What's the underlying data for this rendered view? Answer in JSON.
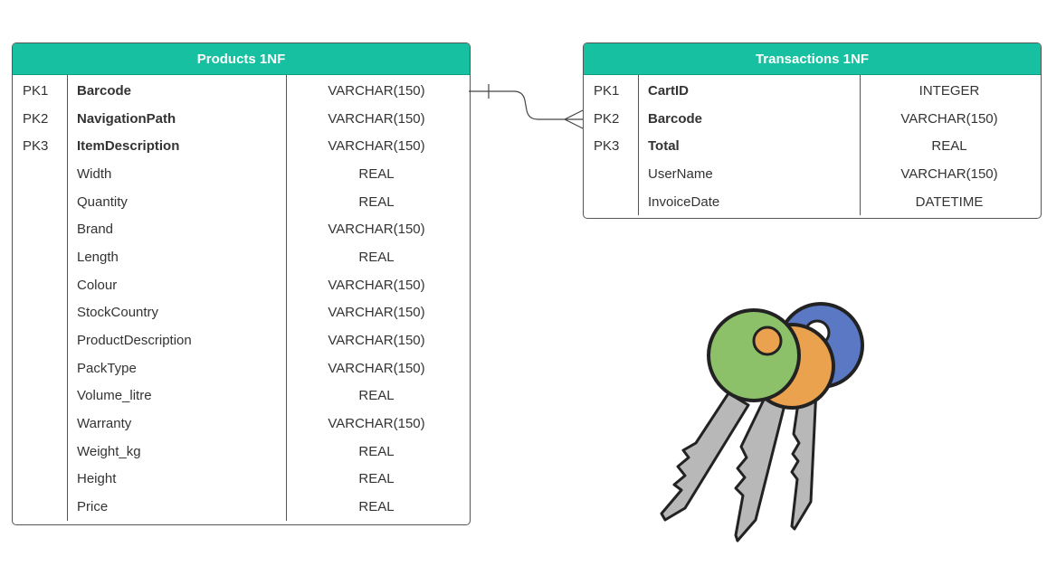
{
  "products": {
    "title": "Products  1NF",
    "rows": [
      {
        "key": "PK1",
        "name": "Barcode",
        "type": "VARCHAR(150)",
        "bold": true
      },
      {
        "key": "PK2",
        "name": "NavigationPath",
        "type": "VARCHAR(150)",
        "bold": true
      },
      {
        "key": "PK3",
        "name": "ItemDescription",
        "type": "VARCHAR(150)",
        "bold": true
      },
      {
        "key": "",
        "name": "Width",
        "type": "REAL",
        "bold": false
      },
      {
        "key": "",
        "name": "Quantity",
        "type": "REAL",
        "bold": false
      },
      {
        "key": "",
        "name": "Brand",
        "type": "VARCHAR(150)",
        "bold": false
      },
      {
        "key": "",
        "name": "Length",
        "type": "REAL",
        "bold": false
      },
      {
        "key": "",
        "name": "Colour",
        "type": "VARCHAR(150)",
        "bold": false
      },
      {
        "key": "",
        "name": "StockCountry",
        "type": "VARCHAR(150)",
        "bold": false
      },
      {
        "key": "",
        "name": "ProductDescription",
        "type": "VARCHAR(150)",
        "bold": false
      },
      {
        "key": "",
        "name": "PackType",
        "type": "VARCHAR(150)",
        "bold": false
      },
      {
        "key": "",
        "name": "Volume_litre",
        "type": "REAL",
        "bold": false
      },
      {
        "key": "",
        "name": "Warranty",
        "type": "VARCHAR(150)",
        "bold": false
      },
      {
        "key": "",
        "name": "Weight_kg",
        "type": "REAL",
        "bold": false
      },
      {
        "key": "",
        "name": "Height",
        "type": "REAL",
        "bold": false
      },
      {
        "key": "",
        "name": "Price",
        "type": "REAL",
        "bold": false
      }
    ]
  },
  "transactions": {
    "title": "Transactions  1NF",
    "rows": [
      {
        "key": "PK1",
        "name": "CartID",
        "type": "INTEGER",
        "bold": true
      },
      {
        "key": "PK2",
        "name": "Barcode",
        "type": "VARCHAR(150)",
        "bold": true
      },
      {
        "key": "PK3",
        "name": "Total",
        "type": "REAL",
        "bold": true
      },
      {
        "key": "",
        "name": "UserName",
        "type": "VARCHAR(150)",
        "bold": false
      },
      {
        "key": "",
        "name": "InvoiceDate",
        "type": "DATETIME",
        "bold": false
      }
    ]
  },
  "relationship": {
    "from_cardinality": "one",
    "to_cardinality": "many"
  },
  "colors": {
    "header": "#16c0a0",
    "border": "#555555"
  },
  "illustration": {
    "icon": "keys-icon",
    "key_colors": [
      "#8cc16a",
      "#eba24f",
      "#5a78c4"
    ]
  }
}
